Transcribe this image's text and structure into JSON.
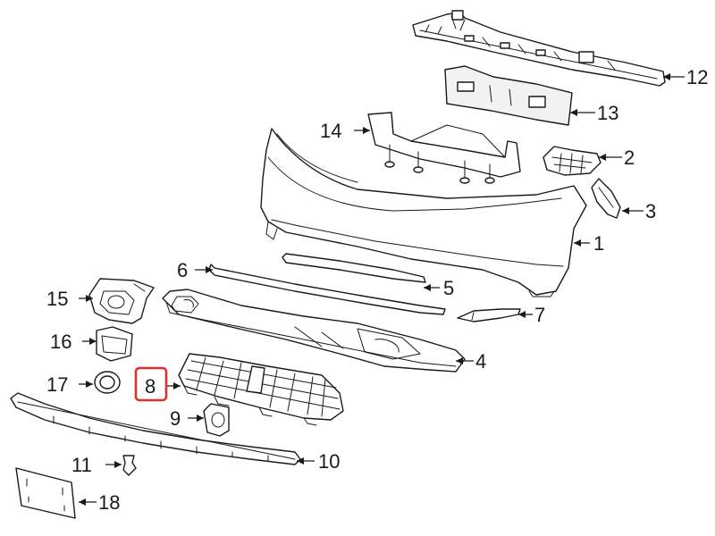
{
  "diagram": {
    "highlighted_part": "8",
    "highlight_color": "#e03030",
    "line_color": "#1a1a1a",
    "background_color": "#ffffff",
    "callouts": {
      "c1": "1",
      "c2": "2",
      "c3": "3",
      "c4": "4",
      "c5": "5",
      "c6": "6",
      "c7": "7",
      "c8": "8",
      "c9": "9",
      "c10": "10",
      "c11": "11",
      "c12": "12",
      "c13": "13",
      "c14": "14",
      "c15": "15",
      "c16": "16",
      "c17": "17",
      "c18": "18"
    }
  }
}
